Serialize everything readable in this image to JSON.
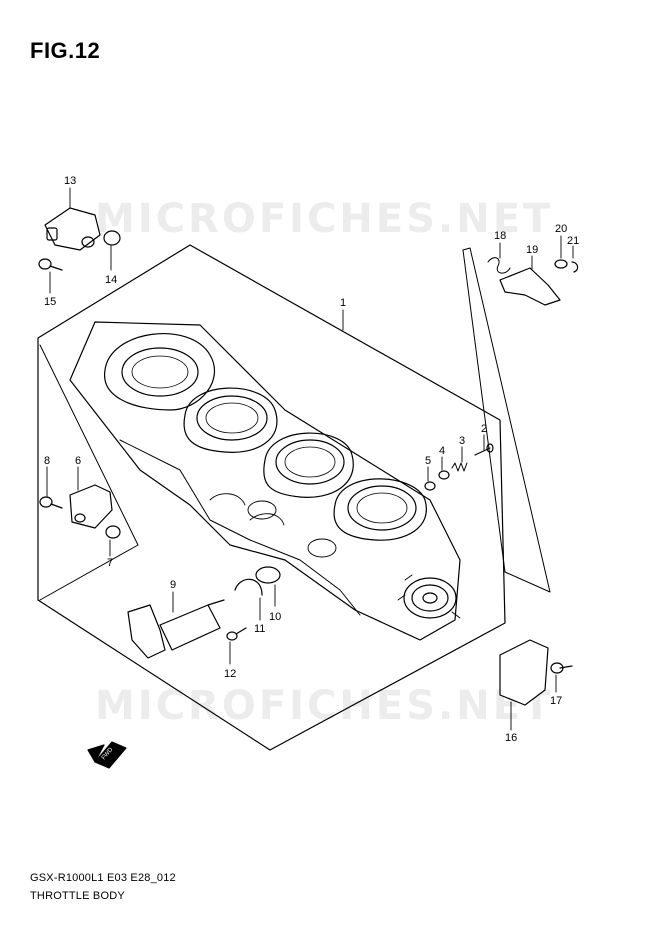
{
  "figure": {
    "title": "FIG.12",
    "watermark": "MICROFICHES.NET",
    "model_code": "GSX-R1000L1 E03 E28_012",
    "assembly_name": "THROTTLE BODY",
    "direction_label": "FWD"
  },
  "callouts": [
    "1",
    "2",
    "3",
    "4",
    "5",
    "6",
    "7",
    "8",
    "9",
    "10",
    "11",
    "12",
    "13",
    "14",
    "15",
    "16",
    "17",
    "18",
    "19",
    "20",
    "21"
  ]
}
